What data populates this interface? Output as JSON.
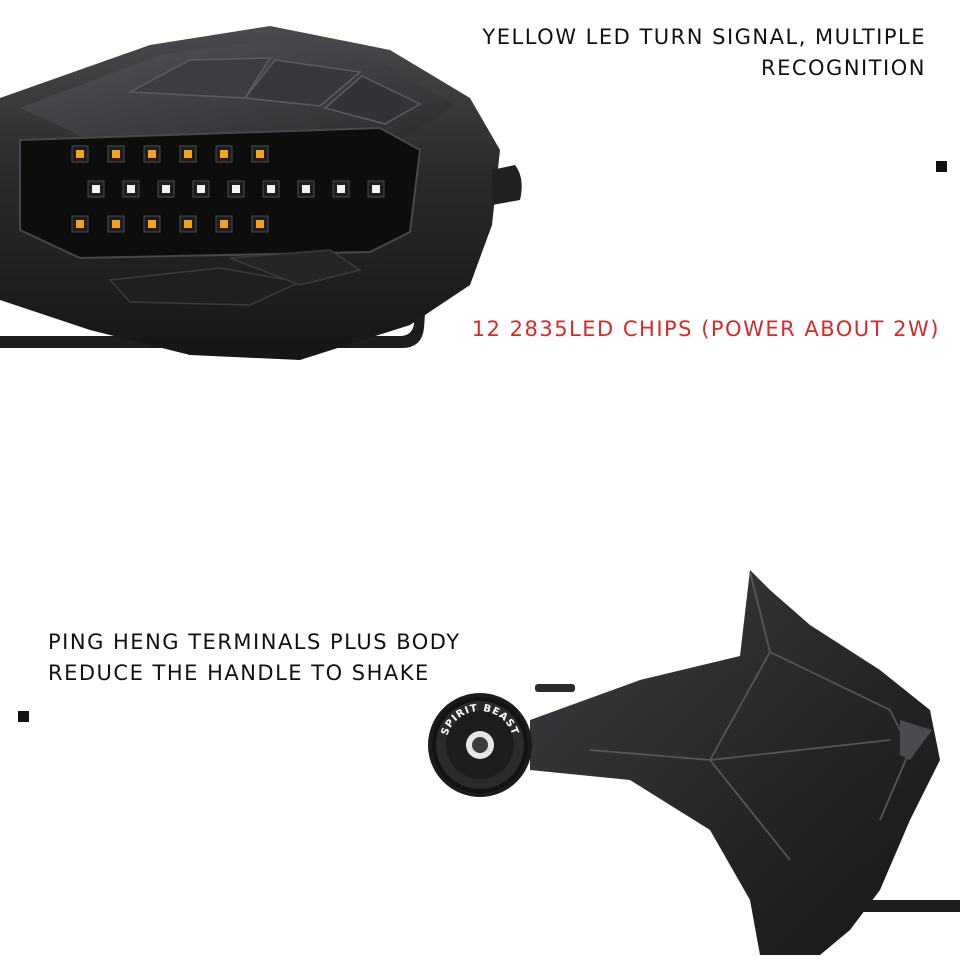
{
  "captions": {
    "turn_signal": {
      "line1": "YELLOW LED TURN SIGNAL, MULTIPLE",
      "line2": "RECOGNITION"
    },
    "chips": "12 2835LED CHIPS (POWER ABOUT 2W)",
    "terminals": {
      "line1": "PING HENG TERMINALS PLUS BODY",
      "line2": "REDUCE THE HANDLE TO SHAKE"
    }
  },
  "bar_end_cap": {
    "brand_text": "SPIRIT BEAST"
  },
  "icons": {
    "bullet": "square-bullet-icon",
    "led_chip": "led-chip-icon",
    "bar_end": "bar-end-cap-icon"
  },
  "colors": {
    "caption_text": "#111111",
    "highlight_text": "#d42a2a",
    "amber_led": "#f3a318",
    "white_led": "#f3f3f3",
    "guard_body": "#2a2a2c",
    "bullet": "#111111"
  }
}
